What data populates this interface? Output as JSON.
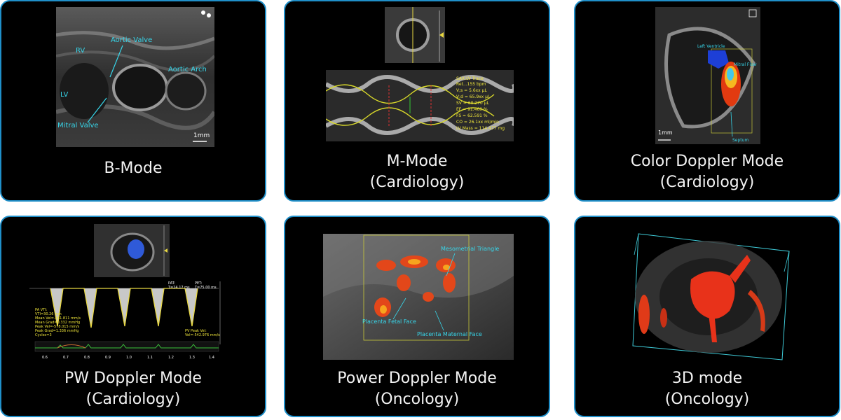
{
  "panels": [
    {
      "title": "B-Mode",
      "subtitle": ""
    },
    {
      "title": "M-Mode",
      "subtitle": "(Cardiology)"
    },
    {
      "title": "Color Doppler Mode",
      "subtitle": "(Cardiology)"
    },
    {
      "title": "PW Doppler Mode",
      "subtitle": "(Cardiology)"
    },
    {
      "title": "Power Doppler Mode",
      "subtitle": "(Oncology)"
    },
    {
      "title": "3D mode",
      "subtitle": "(Oncology)"
    }
  ],
  "annotations": {
    "bmode": {
      "rv": "RV",
      "lv": "LV",
      "aortic_valve": "Aortic Valve",
      "aortic_arch": "Aortic Arch",
      "mitral_valve": "Mitral Valve",
      "scale": "1mm"
    },
    "mmode": {
      "measure": [
        "SAX:LV Trace",
        "Ret...155 bpm",
        "V;s = 5.6xx µL",
        "V;d = 65.9xx µL",
        "SV = 60.270 µL",
        "EF = 91.460 %",
        "FS = 62.591 %",
        "CO = 26.1xx ml/min",
        "LV Mass = 114.477 mg"
      ]
    },
    "color": {
      "left_ventricle": "Left Ventricle",
      "mitral_flow": "Mitral Flow",
      "scale": "1mm",
      "septum": "Septum"
    },
    "pw": {
      "pat": "PAT:",
      "pat_t": "T=24.17 ms",
      "pet": "PET:",
      "pet_t": "T=75.00 ms",
      "stats": [
        "PA VTI:",
        "VTI=30.26 mm",
        "Mean Vel=-261.811 mm/s",
        "Mean Grad=0.332 mmHg",
        "Peak Vel=-578.015 mm/s",
        "Peak Grad=1.336 mmHg",
        "Cycles=3"
      ],
      "pv_peak": "PV Peak Vel:",
      "pv_val": "Vel=-542.976 mm/s",
      "ticks": [
        "0.6",
        "0.7",
        "0.8",
        "0.9",
        "1.0",
        "1.1",
        "1.2",
        "1.3",
        "1.4"
      ]
    },
    "power": {
      "mesometrial": "Mesometrial Triangle",
      "fetal_face": "Placenta Fetal Face",
      "maternal_face": "Placenta Maternal Face"
    }
  }
}
